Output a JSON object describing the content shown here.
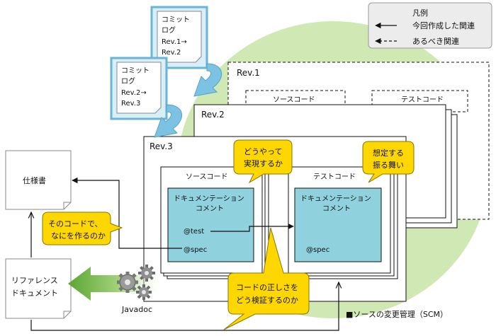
{
  "legend": {
    "title": "凡例",
    "item_created": "今回作成した関連",
    "item_should": "あるべき関連"
  },
  "commit_logs": [
    {
      "title_line1": "コミット",
      "title_line2": "ログ",
      "rev_line1": "Rev.1→",
      "rev_line2": "Rev.2"
    },
    {
      "title_line1": "コミット",
      "title_line2": "ログ",
      "rev_line1": "Rev.2→",
      "rev_line2": "Rev.3"
    }
  ],
  "revisions": {
    "rev1": "Rev.1",
    "rev2": "Rev.2",
    "rev3": "Rev.3"
  },
  "rev1_contents": {
    "source": "ソースコード",
    "test": "テストコード"
  },
  "rev3_contents": {
    "source_title": "ソースコード",
    "test_title": "テストコード",
    "doc_comment_line1": "ドキュメンテーション",
    "doc_comment_line2": "コメント",
    "tag_test": "@test",
    "tag_spec": "@spec"
  },
  "left_docs": {
    "spec": "仕様書",
    "reference_line1": "リファレンス",
    "reference_line2": "ドキュメント",
    "javadoc": "Javadoc"
  },
  "callouts": {
    "how_line1": "どうやって",
    "how_line2": "実現するか",
    "behavior_line1": "想定する",
    "behavior_line2": "振る舞い",
    "what_line1": "そのコードで、",
    "what_line2": "なにを作るのか",
    "verify_line1": "コードの正しさを",
    "verify_line2": "どう検証するのか"
  },
  "scm_label": "■ソースの変更管理（SCM）",
  "colors": {
    "doc_comment_fill": "#8fd1dc",
    "callout_fill": "#ffd700",
    "green_circle": "#cfe8b4",
    "commit_log_border": "#6ab4d6",
    "commit_arrow": "#7cc3e3",
    "javadoc_arrow": "#73b545"
  }
}
